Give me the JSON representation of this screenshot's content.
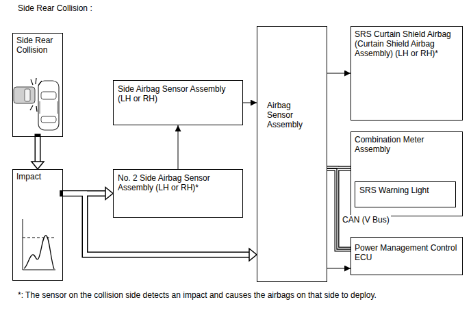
{
  "diagram": {
    "title": "Side Rear Collision :",
    "caption": "*: The sensor on the collision side detects an impact and causes the airbags on that side to deploy.",
    "nodes": [
      {
        "text": [
          "Side Rear Collision"
        ]
      },
      {
        "text": [
          "Impact"
        ]
      },
      {
        "text": [
          "Side Airbag Sensor Assembly (LH or RH)"
        ]
      },
      {
        "text": [
          "No. 2 Side Airbag Sensor Assembly (LH or RH)*"
        ]
      },
      {
        "text": [
          "Airbag Sensor Assembly"
        ]
      },
      {
        "text": [
          "SRS Curtain Shield Airbag (Curtain Shield Airbag Assembly) (LH or RH)*"
        ]
      },
      {
        "text": [
          "Combination Meter Assembly"
        ]
      },
      {
        "text": [
          "SRS Warning Light"
        ],
        "in": 6
      },
      {
        "text": [
          "Power Management Control ECU"
        ]
      }
    ],
    "edges": [
      {
        "from": 0,
        "to": 1,
        "arrow": "to"
      },
      {
        "from": 1,
        "to": 3,
        "arrow": "to"
      },
      {
        "from": 1,
        "to": 4,
        "arrow": "to"
      },
      {
        "from": 3,
        "to": 2,
        "arrow": "to"
      },
      {
        "from": 2,
        "to": 4,
        "arrow": "to"
      },
      {
        "from": 4,
        "to": 5,
        "arrow": "to"
      },
      {
        "from": 4,
        "to": 6,
        "arrow": "none"
      },
      {
        "from": 4,
        "to": 8,
        "label": "CAN (V Bus)",
        "arrow": "none"
      },
      {
        "from": 4,
        "to": 8,
        "arrow": "to"
      }
    ]
  }
}
